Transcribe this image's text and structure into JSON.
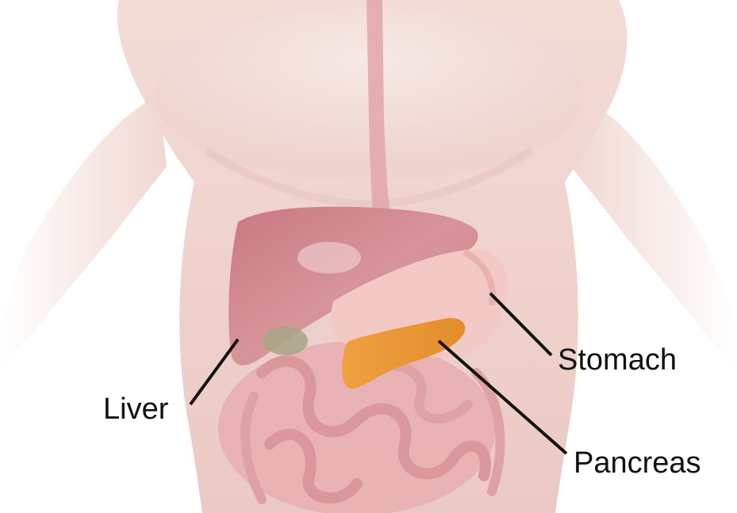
{
  "labels": {
    "stomach": "Stomach",
    "liver": "Liver",
    "pancreas": "Pancreas"
  },
  "colors": {
    "background": "#ffffff",
    "skin": "#f0d6cf",
    "liver": "#c9868a",
    "stomach": "#f2c7c2",
    "pancreas": "#e99a3a",
    "gallbladder": "#a7a486",
    "intestine": "#e8aeb0",
    "leader_line": "#111111"
  }
}
